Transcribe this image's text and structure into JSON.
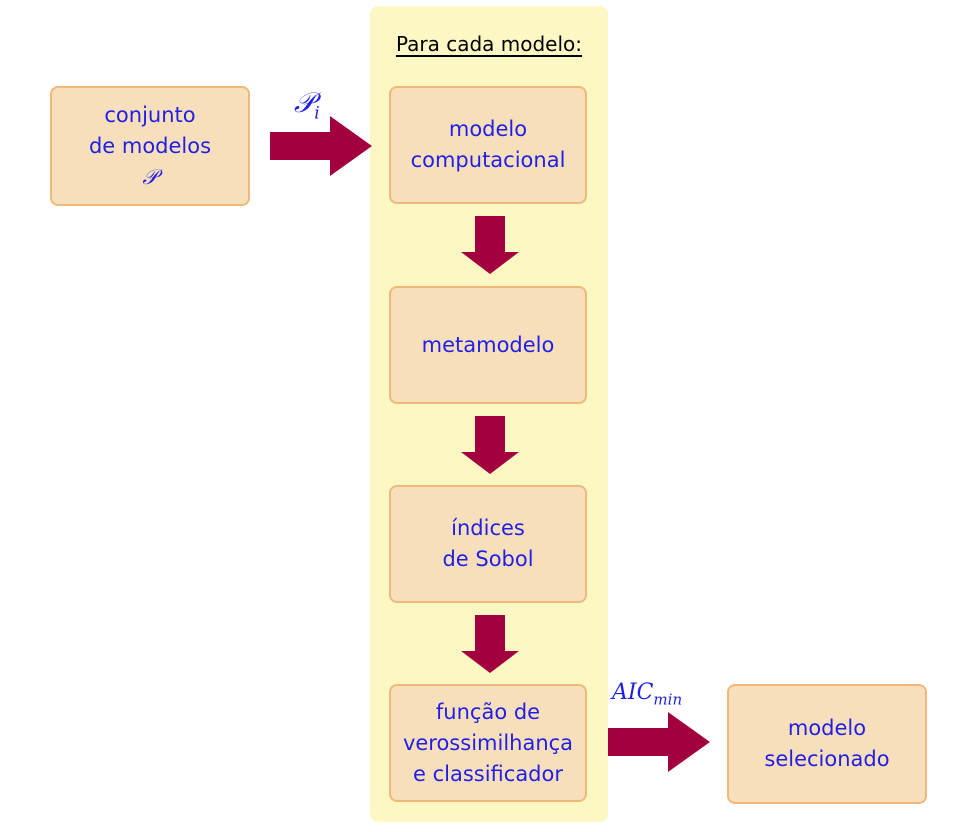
{
  "panel": {
    "title": "Para cada modelo:"
  },
  "input_box": {
    "line1": "conjunto",
    "line2": "de modelos",
    "symbol": "𝒫"
  },
  "input_arrow_label": {
    "main": "𝒫",
    "sub": "i"
  },
  "steps": [
    {
      "line1": "modelo",
      "line2": "computacional"
    },
    {
      "line1": "metamodelo"
    },
    {
      "line1": "índices",
      "line2": "de Sobol"
    },
    {
      "line1": "função de",
      "line2": "verossimilhança",
      "line3": "e classificador"
    }
  ],
  "output_arrow_label": {
    "main": "AIC",
    "sub": "min"
  },
  "output_box": {
    "line1": "modelo",
    "line2": "selecionado"
  },
  "colors": {
    "arrow": "#a3003f",
    "box_fill": "#f8dfbc",
    "box_border": "#f0b97a",
    "panel": "#fdf7c3",
    "text": "#1f1fe6"
  }
}
